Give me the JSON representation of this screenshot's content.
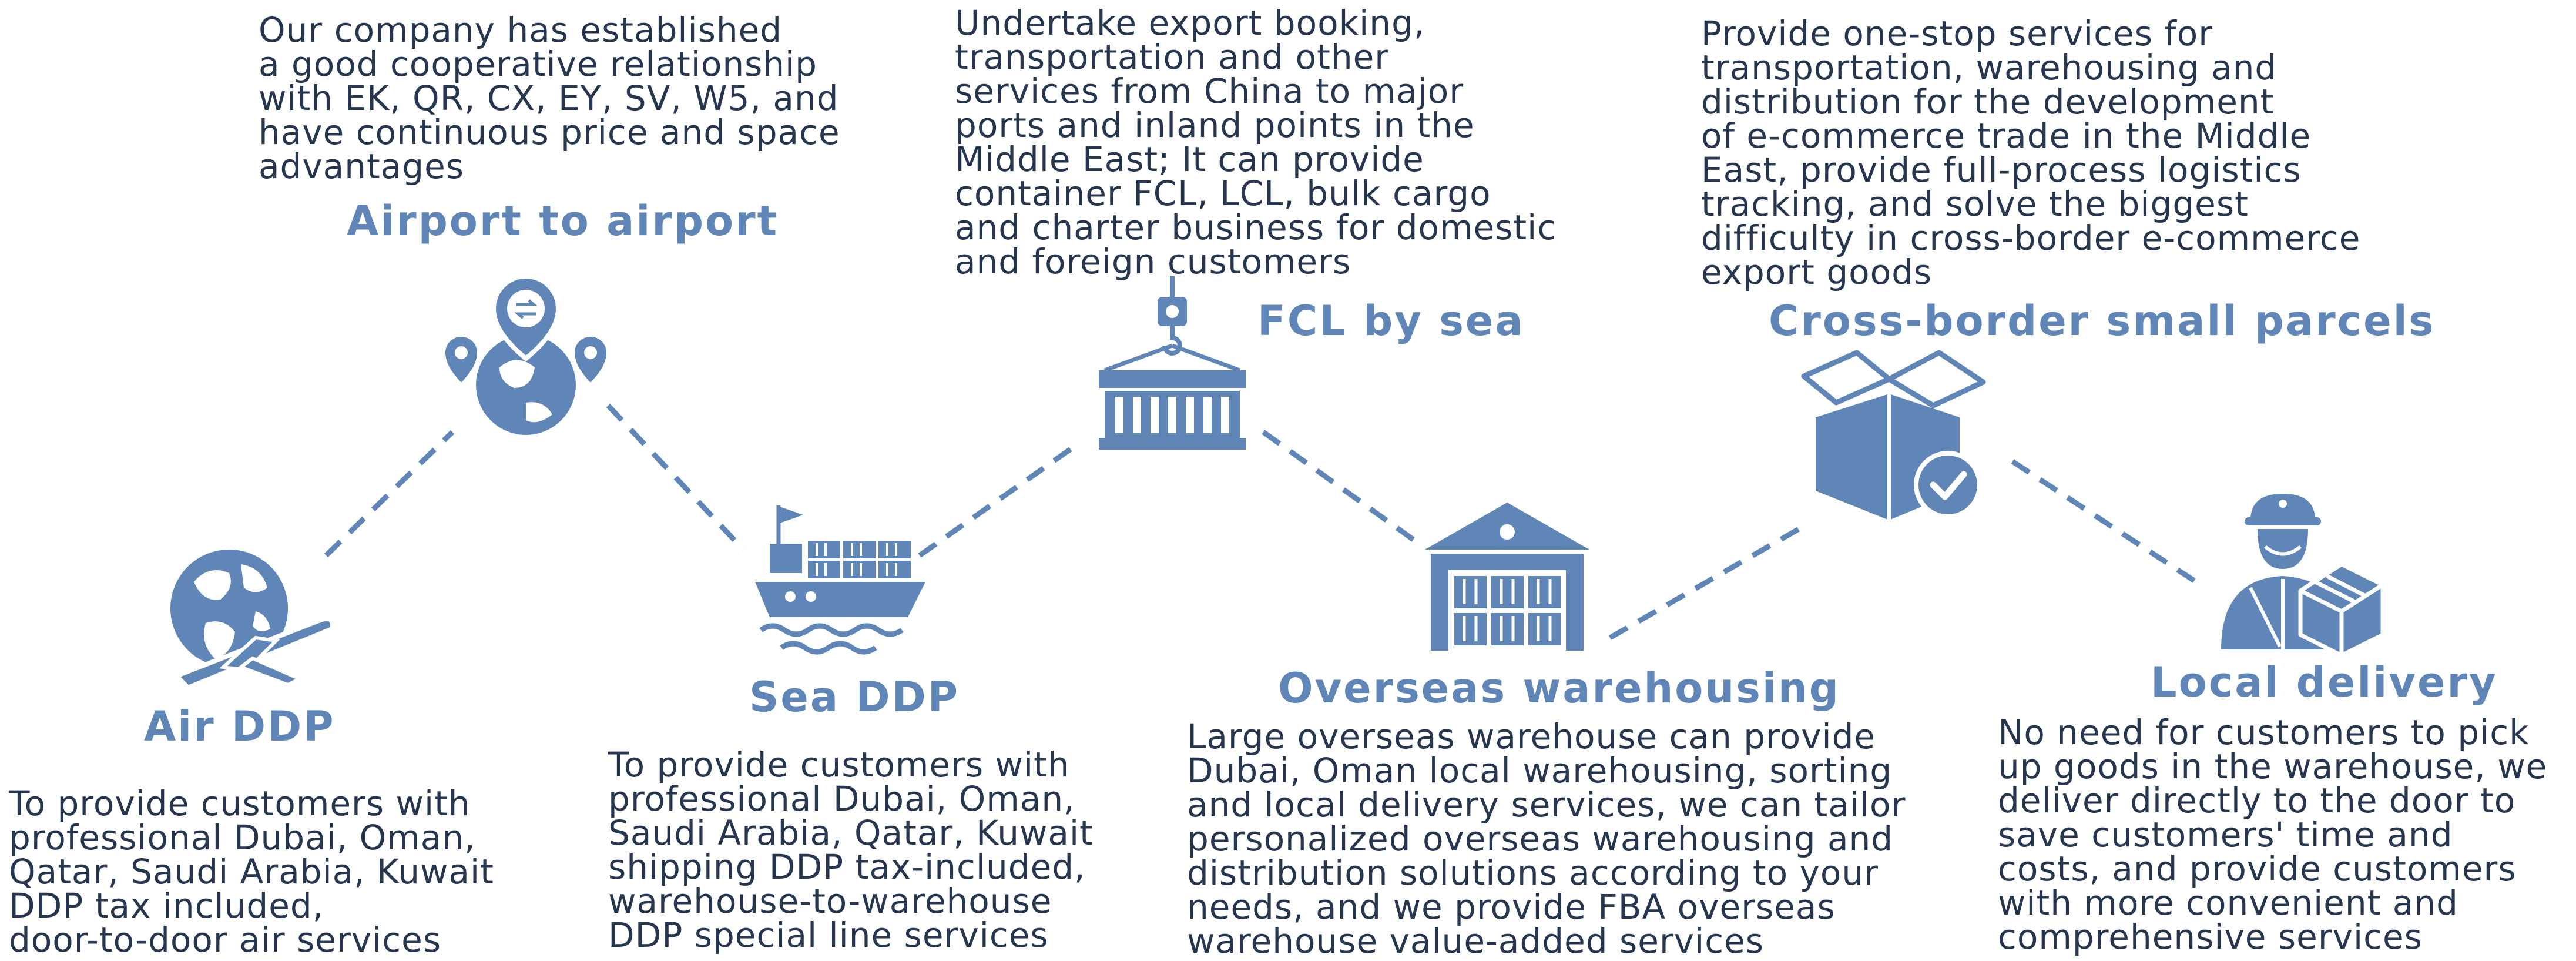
{
  "colors": {
    "accent": "#5f86b6",
    "text": "#27364f"
  },
  "services": {
    "air_ddp": {
      "title": "Air DDP",
      "icon": "globe-airplane-icon",
      "desc": [
        "To provide customers with",
        "professional Dubai, Oman,",
        "Qatar, Saudi Arabia, Kuwait",
        "DDP tax included,",
        "door-to-door air services"
      ]
    },
    "airport": {
      "title": "Airport to airport",
      "icon": "globe-location-pins-icon",
      "desc": [
        "Our company has established",
        "a good cooperative relationship",
        "with EK, QR, CX, EY, SV, W5, and",
        "have continuous price and space",
        "advantages"
      ]
    },
    "sea_ddp": {
      "title": "Sea DDP",
      "icon": "cargo-ship-icon",
      "desc": [
        "To provide customers with",
        "professional Dubai, Oman,",
        "Saudi Arabia, Qatar, Kuwait",
        "shipping DDP tax-included,",
        "warehouse-to-warehouse",
        "DDP special line services"
      ]
    },
    "fcl": {
      "title": "FCL by sea",
      "icon": "crane-container-icon",
      "desc": [
        "Undertake export booking,",
        "transportation and other",
        "services from China to major",
        "ports and inland points in the",
        "Middle East; It can provide",
        "container FCL, LCL, bulk cargo",
        "and charter business for domestic",
        "and foreign customers"
      ]
    },
    "warehouse": {
      "title": "Overseas warehousing",
      "icon": "warehouse-icon",
      "desc": [
        "Large overseas warehouse can provide",
        "Dubai, Oman local warehousing, sorting",
        "and local delivery services, we can tailor",
        "personalized overseas warehousing and",
        "distribution solutions according to your",
        "needs, and we provide FBA overseas",
        "warehouse value-added services"
      ]
    },
    "parcels": {
      "title": "Cross-border small parcels",
      "icon": "open-box-check-icon",
      "desc": [
        "Provide one-stop services for",
        "transportation, warehousing and",
        "distribution for the development",
        "of e-commerce trade in the Middle",
        "East, provide full-process logistics",
        "tracking, and solve the biggest",
        "difficulty in cross-border e-commerce",
        "export goods"
      ]
    },
    "local": {
      "title": "Local delivery",
      "icon": "courier-package-icon",
      "desc": [
        "No need for customers to pick",
        "up goods in the warehouse, we",
        "deliver directly to the door to",
        "save customers' time and",
        "costs, and provide customers",
        "with more convenient and",
        "comprehensive services"
      ]
    }
  }
}
